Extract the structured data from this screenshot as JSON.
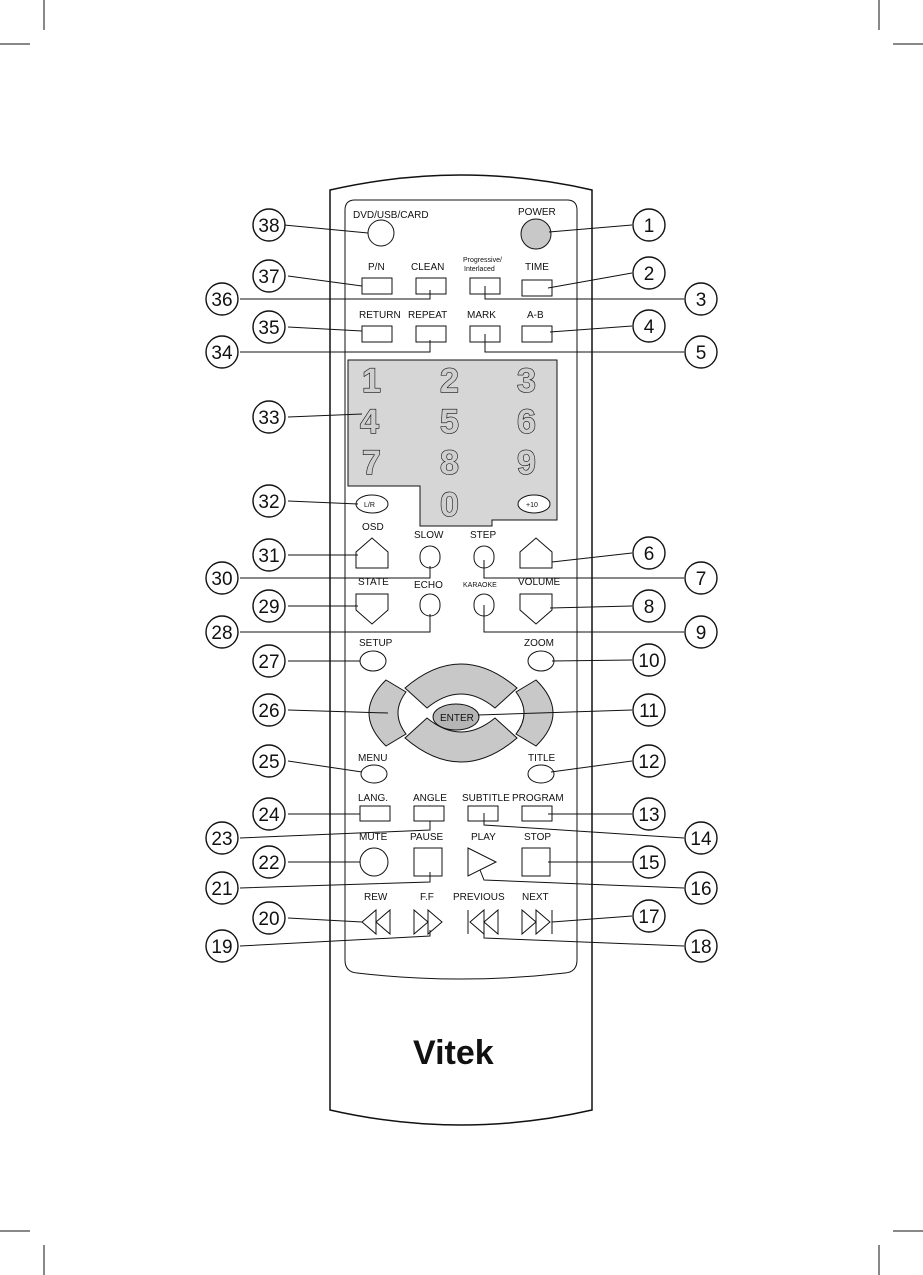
{
  "brand": "Vitek",
  "buttons": {
    "dvd_usb_card": "DVD/USB/CARD",
    "power": "POWER",
    "pn": "P/N",
    "clean": "CLEAN",
    "progressive_line1": "Progressive/",
    "progressive_line2": "Interlaced",
    "time": "TIME",
    "return": "RETURN",
    "repeat": "REPEAT",
    "mark": "MARK",
    "ab": "A-B",
    "digits": [
      "1",
      "2",
      "3",
      "4",
      "5",
      "6",
      "7",
      "8",
      "9",
      "0"
    ],
    "lr": "L/R",
    "plus10": "+10",
    "osd": "OSD",
    "slow": "SLOW",
    "step": "STEP",
    "state": "STATE",
    "echo": "ECHO",
    "karaoke": "KARAOKE",
    "volume": "VOLUME",
    "setup": "SETUP",
    "zoom": "ZOOM",
    "enter": "ENTER",
    "menu": "MENU",
    "title": "TITLE",
    "lang": "LANG.",
    "angle": "ANGLE",
    "subtitle": "SUBTITLE",
    "program": "PROGRAM",
    "mute": "MUTE",
    "pause": "PAUSE",
    "play": "PLAY",
    "stop": "STOP",
    "rew": "REW",
    "ff": "F.F",
    "previous": "PREVIOUS",
    "next": "NEXT"
  },
  "callouts": [
    "1",
    "2",
    "3",
    "4",
    "5",
    "6",
    "7",
    "8",
    "9",
    "10",
    "11",
    "12",
    "13",
    "14",
    "15",
    "16",
    "17",
    "18",
    "19",
    "20",
    "21",
    "22",
    "23",
    "24",
    "25",
    "26",
    "27",
    "28",
    "29",
    "30",
    "31",
    "32",
    "33",
    "34",
    "35",
    "36",
    "37",
    "38"
  ],
  "colors": {
    "button_gray": "#c8c8c8",
    "keypad_gray": "#d6d6d6",
    "outline": "#111111"
  }
}
